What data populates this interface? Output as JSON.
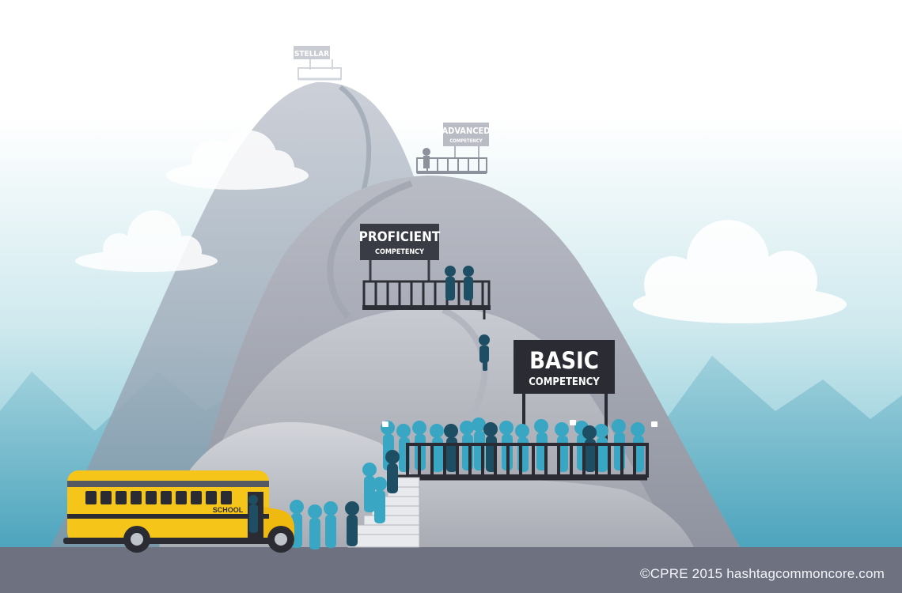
{
  "signs": {
    "stellar": {
      "title": "STELLAR"
    },
    "advanced": {
      "title": "ADVANCED",
      "subtitle": "COMPETENCY"
    },
    "proficient": {
      "title": "PROFICIENT",
      "subtitle": "COMPETENCY"
    },
    "basic": {
      "title": "BASIC",
      "subtitle": "COMPETENCY"
    }
  },
  "bus": {
    "label": "SCHOOL",
    "color": "#f5c519"
  },
  "credit": "©CPRE 2015 hashtagcommoncore.com",
  "colors": {
    "sky_top": "#ffffff",
    "sky_bottom": "#6fbfd0",
    "mountain": "#8e9aa8",
    "ground": "#6e7280",
    "sign_dark": "#2b2c33",
    "student_light": "#39a7c4",
    "student_dark": "#1e4e63"
  }
}
